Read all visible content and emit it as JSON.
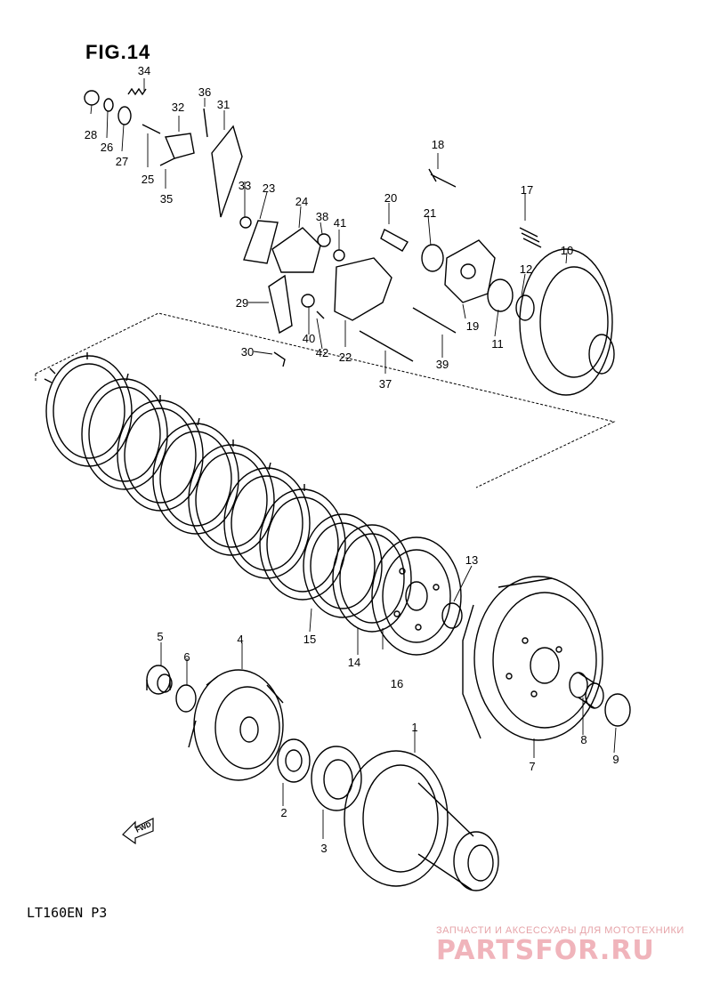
{
  "figure_title": "FIG.14",
  "model_code": "LT160EN P3",
  "fwd_label": "FWD",
  "watermark": {
    "tagline": "ЗАПЧАСТИ И АКСЕССУАРЫ ДЛЯ МОТОТЕХНИКИ",
    "logo_text": "PARTSFOR.RU"
  },
  "callouts": [
    "1",
    "2",
    "3",
    "4",
    "5",
    "6",
    "7",
    "8",
    "9",
    "10",
    "11",
    "12",
    "13",
    "14",
    "15",
    "16",
    "17",
    "18",
    "19",
    "20",
    "21",
    "22",
    "23",
    "24",
    "25",
    "26",
    "27",
    "28",
    "29",
    "30",
    "31",
    "32",
    "33",
    "34",
    "35",
    "36",
    "37",
    "38",
    "39",
    "40",
    "41",
    "42"
  ]
}
